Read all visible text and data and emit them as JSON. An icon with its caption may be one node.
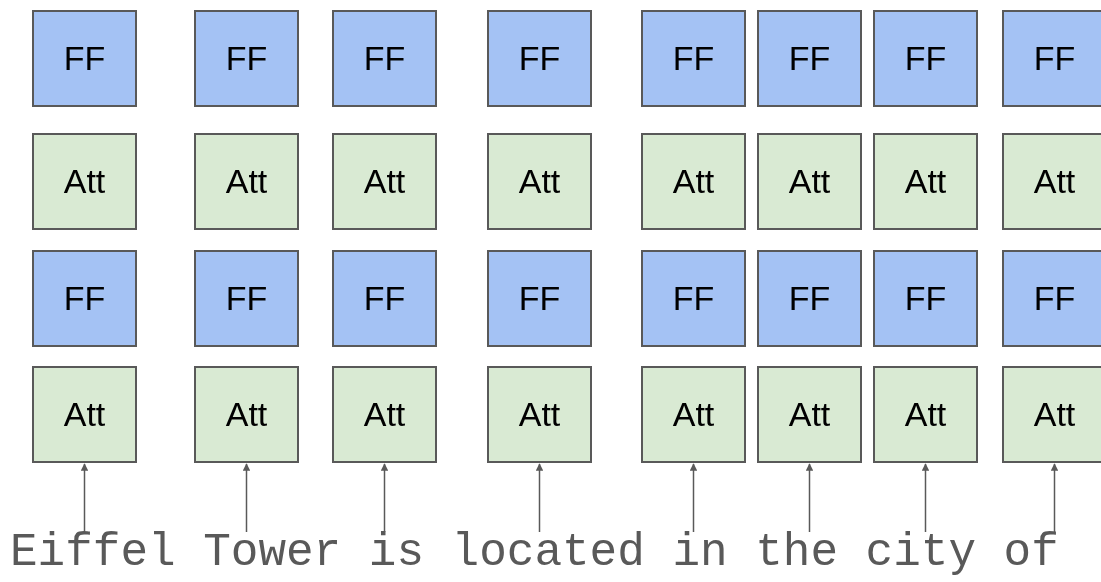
{
  "diagram": {
    "nodes": [
      {
        "text": [
          "FF"
        ]
      },
      {
        "text": [
          "FF"
        ]
      },
      {
        "text": [
          "FF"
        ]
      },
      {
        "text": [
          "FF"
        ]
      },
      {
        "text": [
          "FF"
        ]
      },
      {
        "text": [
          "FF"
        ]
      },
      {
        "text": [
          "FF"
        ]
      },
      {
        "text": [
          "FF"
        ]
      },
      {
        "text": [
          "Att"
        ]
      },
      {
        "text": [
          "Att"
        ]
      },
      {
        "text": [
          "Att"
        ]
      },
      {
        "text": [
          "Att"
        ]
      },
      {
        "text": [
          "Att"
        ]
      },
      {
        "text": [
          "Att"
        ]
      },
      {
        "text": [
          "Att"
        ]
      },
      {
        "text": [
          "Att"
        ]
      },
      {
        "text": [
          "FF"
        ]
      },
      {
        "text": [
          "FF"
        ]
      },
      {
        "text": [
          "FF"
        ]
      },
      {
        "text": [
          "FF"
        ]
      },
      {
        "text": [
          "FF"
        ]
      },
      {
        "text": [
          "FF"
        ]
      },
      {
        "text": [
          "FF"
        ]
      },
      {
        "text": [
          "FF"
        ]
      },
      {
        "text": [
          "Att"
        ]
      },
      {
        "text": [
          "Att"
        ]
      },
      {
        "text": [
          "Att"
        ]
      },
      {
        "text": [
          "Att"
        ]
      },
      {
        "text": [
          "Att"
        ]
      },
      {
        "text": [
          "Att"
        ]
      },
      {
        "text": [
          "Att"
        ]
      },
      {
        "text": [
          "Att"
        ]
      },
      {
        "text": [
          "Eiffel"
        ]
      },
      {
        "text": [
          "Tower"
        ]
      },
      {
        "text": [
          "is"
        ]
      },
      {
        "text": [
          "located"
        ]
      },
      {
        "text": [
          "in"
        ]
      },
      {
        "text": [
          "the"
        ]
      },
      {
        "text": [
          "city"
        ]
      },
      {
        "text": [
          "of"
        ]
      }
    ],
    "edges": [
      {
        "from": 32,
        "to": 24,
        "arrow": "to"
      },
      {
        "from": 33,
        "to": 25,
        "arrow": "to"
      },
      {
        "from": 34,
        "to": 26,
        "arrow": "to"
      },
      {
        "from": 35,
        "to": 27,
        "arrow": "to"
      },
      {
        "from": 36,
        "to": 28,
        "arrow": "to"
      },
      {
        "from": 37,
        "to": 29,
        "arrow": "to"
      },
      {
        "from": 38,
        "to": 30,
        "arrow": "to"
      },
      {
        "from": 39,
        "to": 31,
        "arrow": "to"
      }
    ]
  }
}
